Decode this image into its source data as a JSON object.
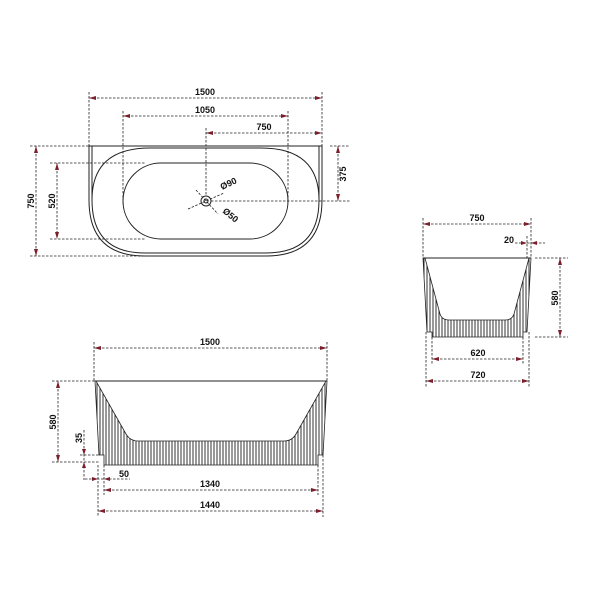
{
  "top_view": {
    "overall_length": "1500",
    "inner_length": "1050",
    "drain_offset_x": "750",
    "overall_width": "750",
    "inner_width": "520",
    "drain_offset_y": "375",
    "overflow_diameter": "Ø90",
    "drain_diameter": "Ø50"
  },
  "front_view": {
    "overall_length": "1500",
    "height": "580",
    "plinth_height": "35",
    "plinth_inset": "50",
    "plinth_length": "1340",
    "base_length": "1440"
  },
  "side_view": {
    "overall_width": "750",
    "rim_inset": "20",
    "height": "580",
    "plinth_width": "620",
    "base_width": "720"
  },
  "colors": {
    "dimension_arrow": "#7a1f2b",
    "line": "#222222"
  }
}
